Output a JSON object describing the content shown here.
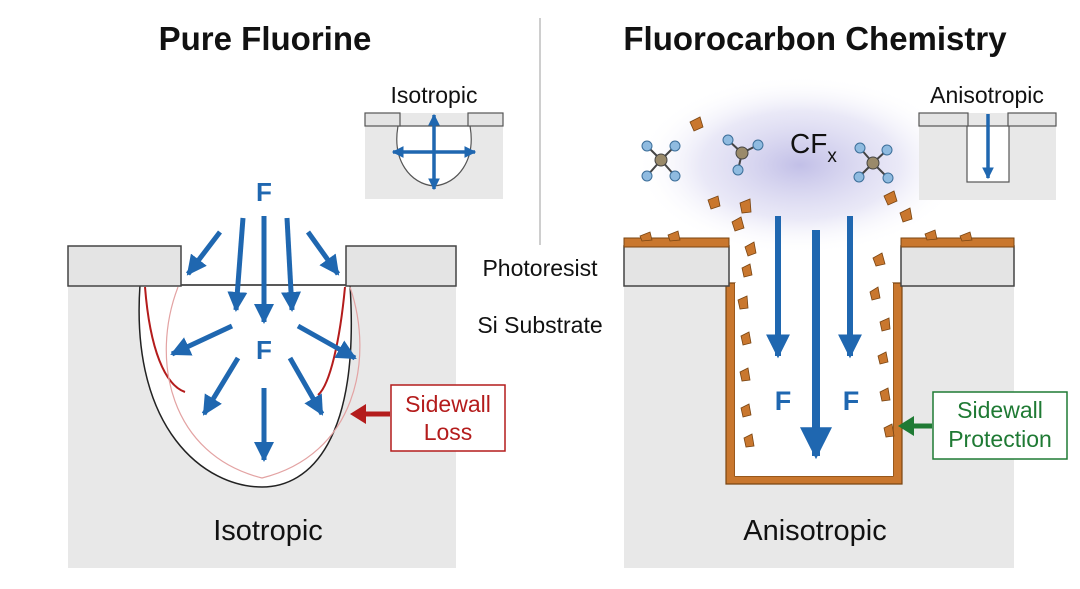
{
  "left": {
    "title": "Pure Fluorine",
    "inset_label": "Isotropic",
    "species_top": "F",
    "species_mid": "F",
    "callout": [
      "Sidewall",
      "Loss"
    ],
    "bottom_label": "Isotropic"
  },
  "middle": {
    "photoresist_label": "Photoresist",
    "substrate_label": "Si Substrate"
  },
  "right": {
    "title": "Fluorocarbon Chemistry",
    "inset_label": "Anisotropic",
    "gas_label": "CF",
    "gas_subscript": "x",
    "species_left": "F",
    "species_right": "F",
    "callout": [
      "Sidewall",
      "Protection"
    ],
    "bottom_label": "Anisotropic"
  },
  "colors": {
    "arrow_blue": "#1f67b0",
    "loss_red": "#b41c1c",
    "protection_green": "#1f7a34",
    "fluorocarbon_brown": "#c9772e",
    "substrate_gray": "#e8e8e8",
    "photoresist_gray": "#e4e4e4"
  }
}
